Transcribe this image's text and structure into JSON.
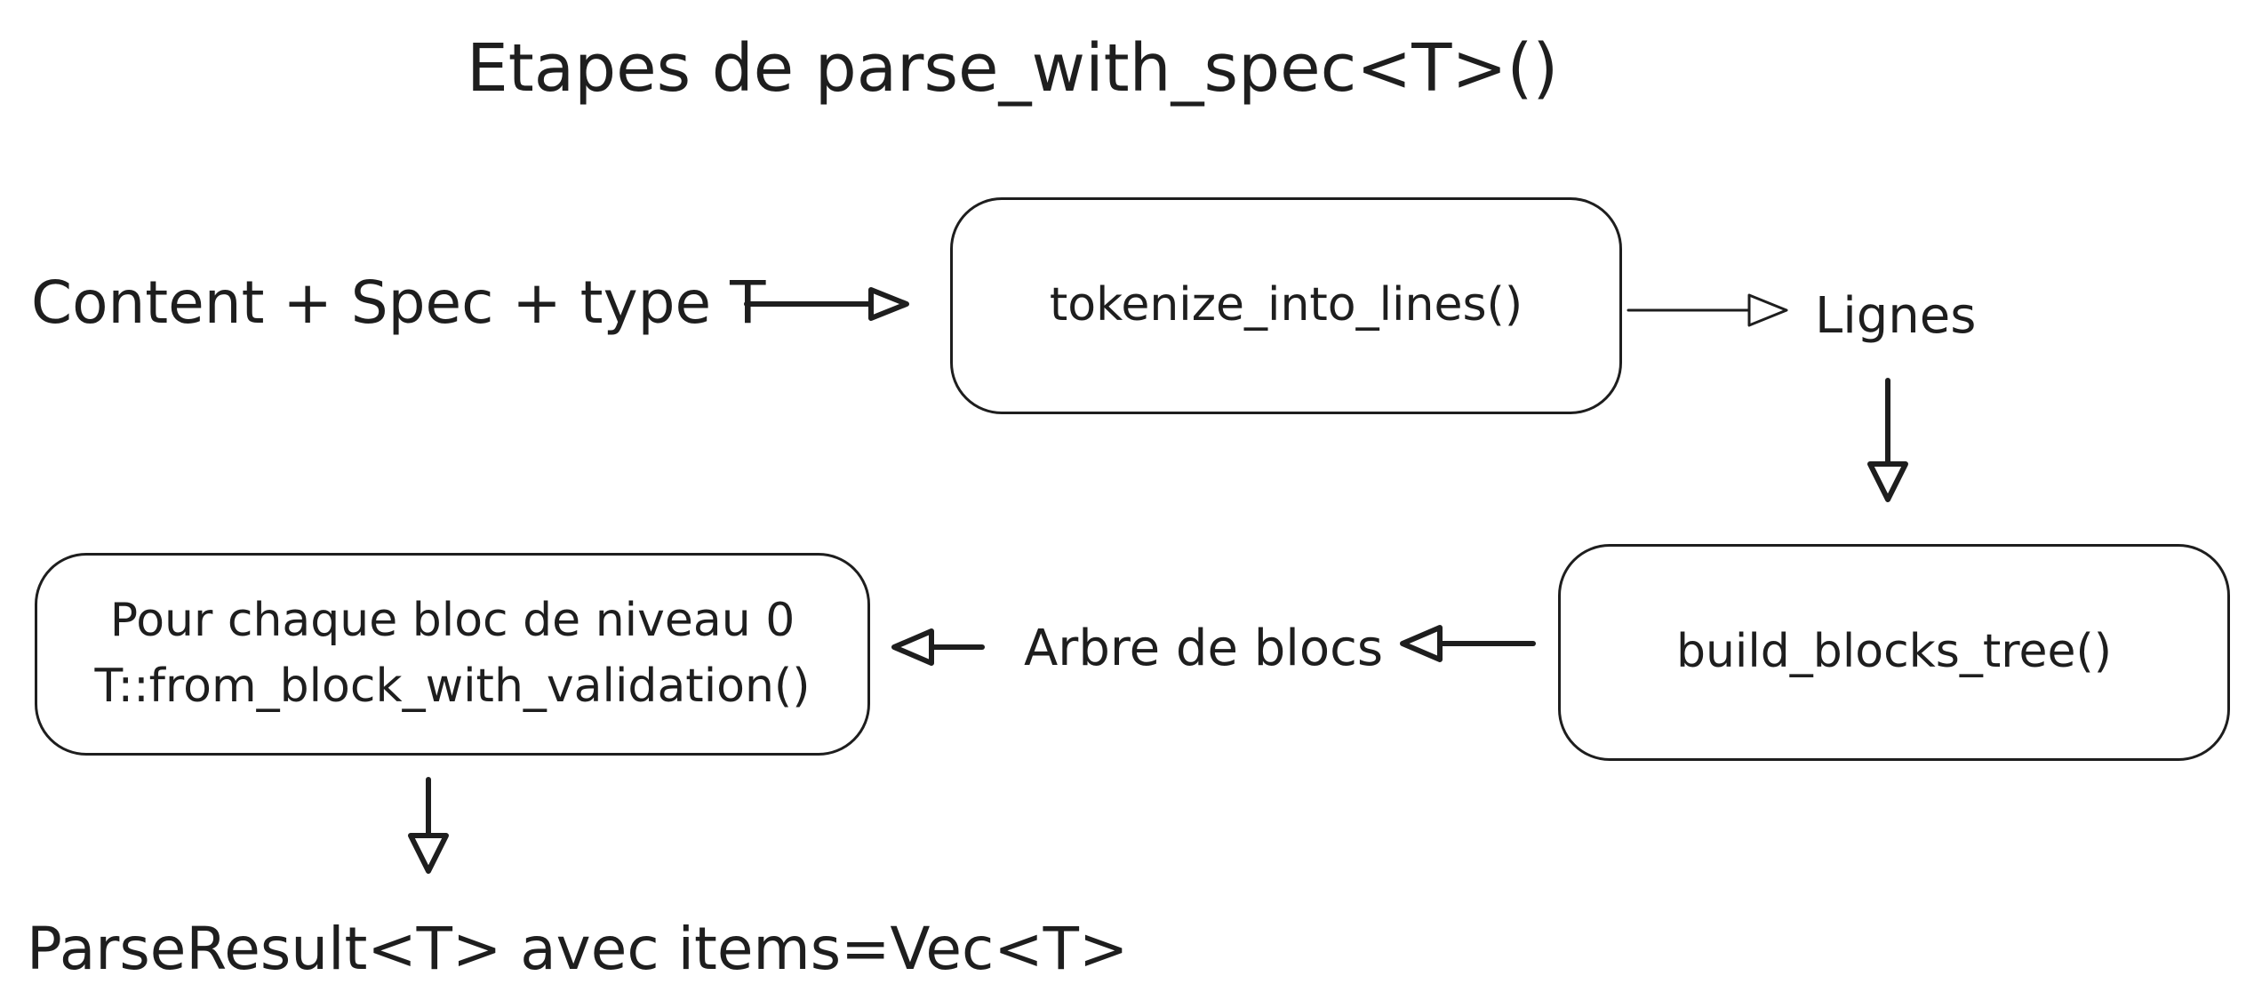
{
  "title": "Etapes de parse_with_spec<T>()",
  "nodes": {
    "input": "Content + Spec + type T",
    "tokenize": "tokenize_into_lines()",
    "lines": "Lignes",
    "build": "build_blocks_tree()",
    "tree": "Arbre de blocs",
    "foreach_line1": "Pour chaque bloc de niveau 0",
    "foreach_line2": "T::from_block_with_validation()",
    "result": "ParseResult<T> avec items=Vec<T>"
  },
  "colors": {
    "stroke": "#1e1e1e",
    "background": "#ffffff"
  }
}
